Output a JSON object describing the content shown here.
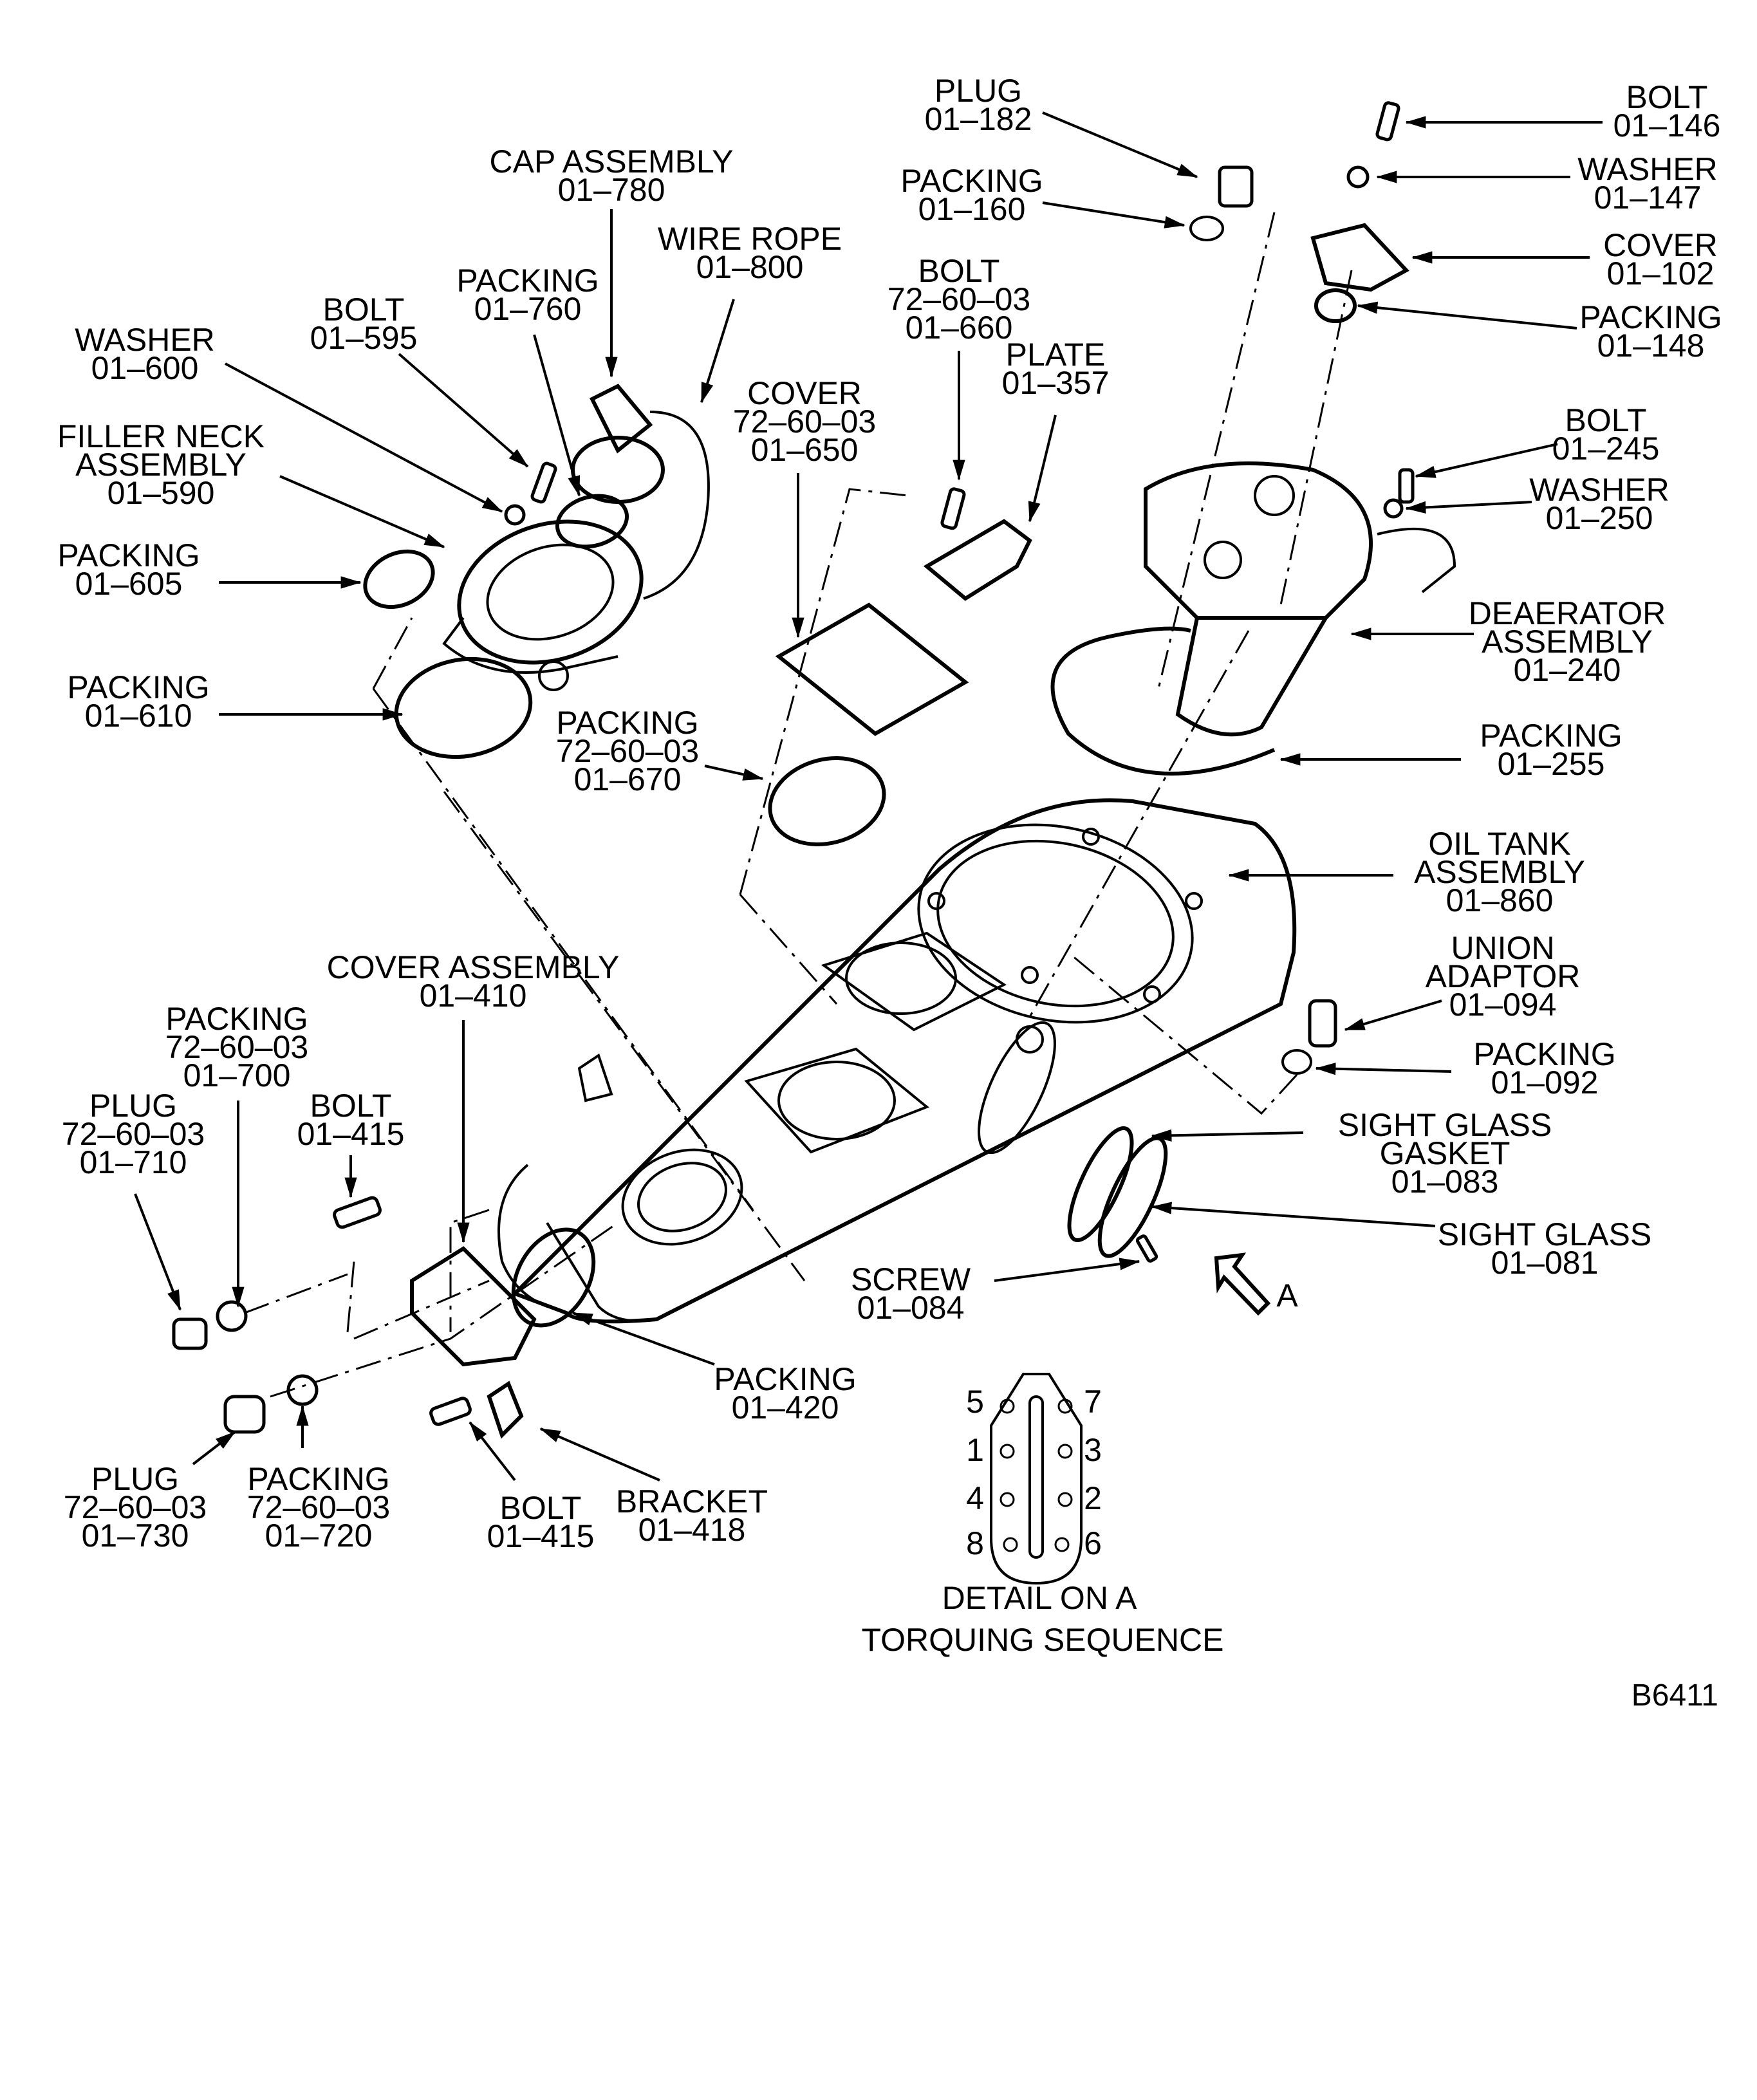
{
  "figure": {
    "id": "B6411",
    "detail_title": "DETAIL ON A",
    "detail_subtitle": "TORQUING SEQUENCE",
    "view_marker": "A",
    "torque_sequence": {
      "left": [
        "5",
        "1",
        "4",
        "8"
      ],
      "right": [
        "7",
        "3",
        "2",
        "6"
      ]
    }
  },
  "callouts": [
    {
      "name": "plug-01-182",
      "lines": [
        "PLUG",
        "01–182"
      ]
    },
    {
      "name": "bolt-01-146",
      "lines": [
        "BOLT",
        "01–146"
      ]
    },
    {
      "name": "washer-01-147",
      "lines": [
        "WASHER",
        "01–147"
      ]
    },
    {
      "name": "packing-01-160",
      "lines": [
        "PACKING",
        "01–160"
      ]
    },
    {
      "name": "cover-01-102",
      "lines": [
        "COVER",
        "01–102"
      ]
    },
    {
      "name": "cap-assembly-01-780",
      "lines": [
        "CAP ASSEMBLY",
        "01–780"
      ]
    },
    {
      "name": "wire-rope-01-800",
      "lines": [
        "WIRE ROPE",
        "01–800"
      ]
    },
    {
      "name": "packing-01-148",
      "lines": [
        "PACKING",
        "01–148"
      ]
    },
    {
      "name": "bolt-01-660",
      "lines": [
        "BOLT",
        "72–60–03",
        "01–660"
      ]
    },
    {
      "name": "packing-01-760",
      "lines": [
        "PACKING",
        "01–760"
      ]
    },
    {
      "name": "bolt-01-595",
      "lines": [
        "BOLT",
        "01–595"
      ]
    },
    {
      "name": "washer-01-600",
      "lines": [
        "WASHER",
        "01–600"
      ]
    },
    {
      "name": "plate-01-357",
      "lines": [
        "PLATE",
        "01–357"
      ]
    },
    {
      "name": "cover-01-650",
      "lines": [
        "COVER",
        "72–60–03",
        "01–650"
      ]
    },
    {
      "name": "bolt-01-245",
      "lines": [
        "BOLT",
        "01–245"
      ]
    },
    {
      "name": "filler-neck-01-590",
      "lines": [
        "FILLER NECK",
        "ASSEMBLY",
        "01–590"
      ]
    },
    {
      "name": "washer-01-250",
      "lines": [
        "WASHER",
        "01–250"
      ]
    },
    {
      "name": "packing-01-605",
      "lines": [
        "PACKING",
        "01–605"
      ]
    },
    {
      "name": "deaerator-01-240",
      "lines": [
        "DEAERATOR",
        "ASSEMBLY",
        "01–240"
      ]
    },
    {
      "name": "packing-01-610",
      "lines": [
        "PACKING",
        "01–610"
      ]
    },
    {
      "name": "packing-01-670",
      "lines": [
        "PACKING",
        "72–60–03",
        "01–670"
      ]
    },
    {
      "name": "packing-01-255",
      "lines": [
        "PACKING",
        "01–255"
      ]
    },
    {
      "name": "oil-tank-01-860",
      "lines": [
        "OIL TANK",
        "ASSEMBLY",
        "01–860"
      ]
    },
    {
      "name": "cover-assembly-01-410",
      "lines": [
        "COVER ASSEMBLY",
        "01–410"
      ]
    },
    {
      "name": "union-adaptor-01-094",
      "lines": [
        "UNION",
        "ADAPTOR",
        "01–094"
      ]
    },
    {
      "name": "packing-01-700",
      "lines": [
        "PACKING",
        "72–60–03",
        "01–700"
      ]
    },
    {
      "name": "packing-01-092",
      "lines": [
        "PACKING",
        "01–092"
      ]
    },
    {
      "name": "plug-01-710",
      "lines": [
        "PLUG",
        "72–60–03",
        "01–710"
      ]
    },
    {
      "name": "bolt-01-415-upper",
      "lines": [
        "BOLT",
        "01–415"
      ]
    },
    {
      "name": "sight-glass-gasket-01-083",
      "lines": [
        "SIGHT GLASS",
        "GASKET",
        "01–083"
      ]
    },
    {
      "name": "sight-glass-01-081",
      "lines": [
        "SIGHT GLASS",
        "01–081"
      ]
    },
    {
      "name": "screw-01-084",
      "lines": [
        "SCREW",
        "01–084"
      ]
    },
    {
      "name": "packing-01-420",
      "lines": [
        "PACKING",
        "01–420"
      ]
    },
    {
      "name": "plug-01-730",
      "lines": [
        "PLUG",
        "72–60–03",
        "01–730"
      ]
    },
    {
      "name": "packing-01-720",
      "lines": [
        "PACKING",
        "72–60–03",
        "01–720"
      ]
    },
    {
      "name": "bolt-01-415-lower",
      "lines": [
        "BOLT",
        "01–415"
      ]
    },
    {
      "name": "bracket-01-418",
      "lines": [
        "BRACKET",
        "01–418"
      ]
    }
  ]
}
